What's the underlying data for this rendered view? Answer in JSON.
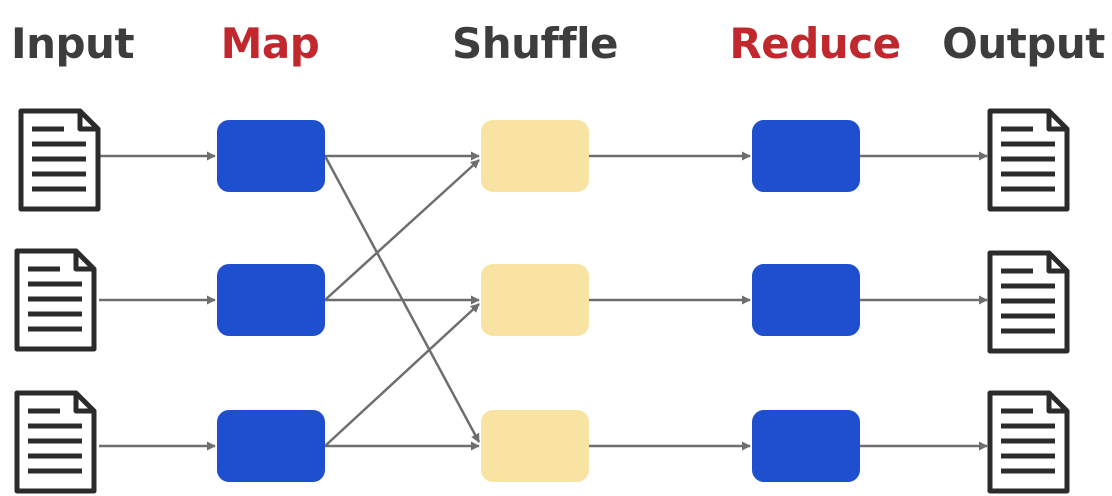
{
  "stages": {
    "input": "Input",
    "map": "Map",
    "shuffle": "Shuffle",
    "reduce": "Reduce",
    "output": "Output"
  },
  "colors": {
    "stage_text": "#3d3d3d",
    "stage_text_highlight": "#c0282d",
    "map_box": "#1e4fcf",
    "shuffle_box": "#f8e3a3",
    "reduce_box": "#1e4fcf",
    "document_outline": "#2b2b2b",
    "arrow": "#6e6e6e"
  },
  "icons": {
    "input_document": "document-icon",
    "output_document": "document-icon"
  }
}
